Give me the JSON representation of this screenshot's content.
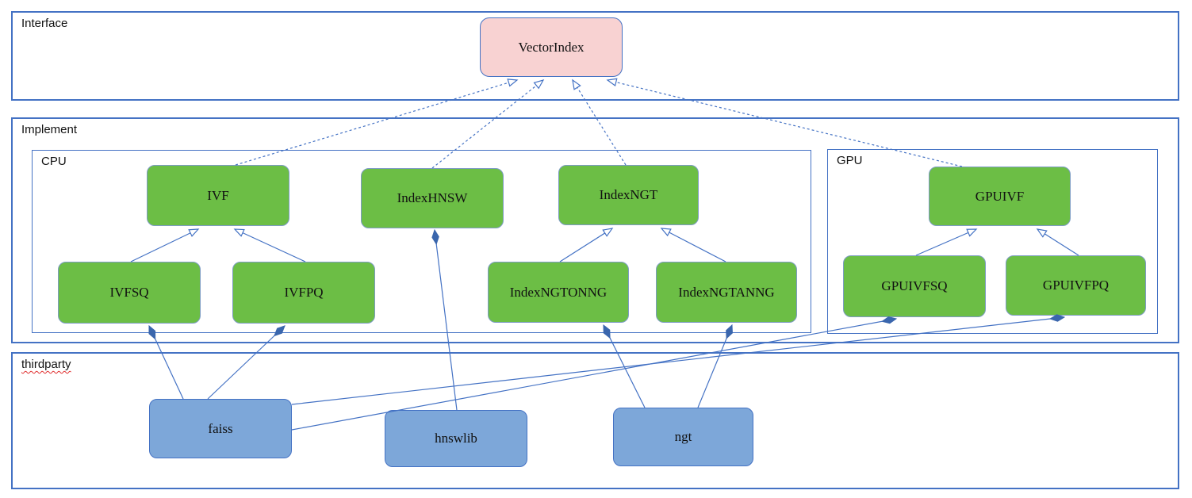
{
  "containers": {
    "interface": {
      "label": "Interface"
    },
    "implement": {
      "label": "Implement"
    },
    "cpu": {
      "label": "CPU"
    },
    "gpu": {
      "label": "GPU"
    },
    "thirdparty": {
      "label": "thirdparty"
    }
  },
  "nodes": {
    "vectorindex": {
      "label": "VectorIndex",
      "group": "interface",
      "fill": "#f8d2d2"
    },
    "ivf": {
      "label": "IVF",
      "group": "cpu",
      "fill": "#6cbe45"
    },
    "indexhnsw": {
      "label": "IndexHNSW",
      "group": "cpu",
      "fill": "#6cbe45"
    },
    "indexngt": {
      "label": "IndexNGT",
      "group": "cpu",
      "fill": "#6cbe45"
    },
    "ivfsq": {
      "label": "IVFSQ",
      "group": "cpu",
      "fill": "#6cbe45"
    },
    "ivfpq": {
      "label": "IVFPQ",
      "group": "cpu",
      "fill": "#6cbe45"
    },
    "indexngtonng": {
      "label": "IndexNGTONNG",
      "group": "cpu",
      "fill": "#6cbe45"
    },
    "indexngtanng": {
      "label": "IndexNGTANNG",
      "group": "cpu",
      "fill": "#6cbe45"
    },
    "gpuivf": {
      "label": "GPUIVF",
      "group": "gpu",
      "fill": "#6cbe45"
    },
    "gpuivfsq": {
      "label": "GPUIVFSQ",
      "group": "gpu",
      "fill": "#6cbe45"
    },
    "gpuivfpq": {
      "label": "GPUIVFPQ",
      "group": "gpu",
      "fill": "#6cbe45"
    },
    "faiss": {
      "label": "faiss",
      "group": "thirdparty",
      "fill": "#7da7d9"
    },
    "hnswlib": {
      "label": "hnswlib",
      "group": "thirdparty",
      "fill": "#7da7d9"
    },
    "ngt": {
      "label": "ngt",
      "group": "thirdparty",
      "fill": "#7da7d9"
    }
  },
  "edges": [
    {
      "from": "IVF",
      "to": "VectorIndex",
      "relation": "realization",
      "style": "dashed-hollow-arrow"
    },
    {
      "from": "IndexHNSW",
      "to": "VectorIndex",
      "relation": "realization",
      "style": "dashed-hollow-arrow"
    },
    {
      "from": "IndexNGT",
      "to": "VectorIndex",
      "relation": "realization",
      "style": "dashed-hollow-arrow"
    },
    {
      "from": "GPUIVF",
      "to": "VectorIndex",
      "relation": "realization",
      "style": "dashed-hollow-arrow"
    },
    {
      "from": "IVFSQ",
      "to": "IVF",
      "relation": "inheritance",
      "style": "solid-hollow-arrow"
    },
    {
      "from": "IVFPQ",
      "to": "IVF",
      "relation": "inheritance",
      "style": "solid-hollow-arrow"
    },
    {
      "from": "IndexNGTONNG",
      "to": "IndexNGT",
      "relation": "inheritance",
      "style": "solid-hollow-arrow"
    },
    {
      "from": "IndexNGTANNG",
      "to": "IndexNGT",
      "relation": "inheritance",
      "style": "solid-hollow-arrow"
    },
    {
      "from": "GPUIVFSQ",
      "to": "GPUIVF",
      "relation": "inheritance",
      "style": "solid-hollow-arrow"
    },
    {
      "from": "GPUIVFPQ",
      "to": "GPUIVF",
      "relation": "inheritance",
      "style": "solid-hollow-arrow"
    },
    {
      "from": "faiss",
      "to": "IVFSQ",
      "relation": "composition",
      "style": "solid-filled-diamond"
    },
    {
      "from": "faiss",
      "to": "IVFPQ",
      "relation": "composition",
      "style": "solid-filled-diamond"
    },
    {
      "from": "faiss",
      "to": "GPUIVFSQ",
      "relation": "composition",
      "style": "solid-filled-diamond"
    },
    {
      "from": "faiss",
      "to": "GPUIVFPQ",
      "relation": "composition",
      "style": "solid-filled-diamond"
    },
    {
      "from": "hnswlib",
      "to": "IndexHNSW",
      "relation": "composition",
      "style": "solid-filled-diamond"
    },
    {
      "from": "ngt",
      "to": "IndexNGTONNG",
      "relation": "composition",
      "style": "solid-filled-diamond"
    },
    {
      "from": "ngt",
      "to": "IndexNGTANNG",
      "relation": "composition",
      "style": "solid-filled-diamond"
    }
  ],
  "colors": {
    "line": "#4472c4",
    "container_border": "#4472c4",
    "green_fill": "#6cbe45",
    "blue_fill": "#7da7d9",
    "pink_fill": "#f8d2d2",
    "diamond_fill": "#3a66ad",
    "spellcheck_underline": "#e03030",
    "text": "#111111",
    "background": "#ffffff"
  }
}
